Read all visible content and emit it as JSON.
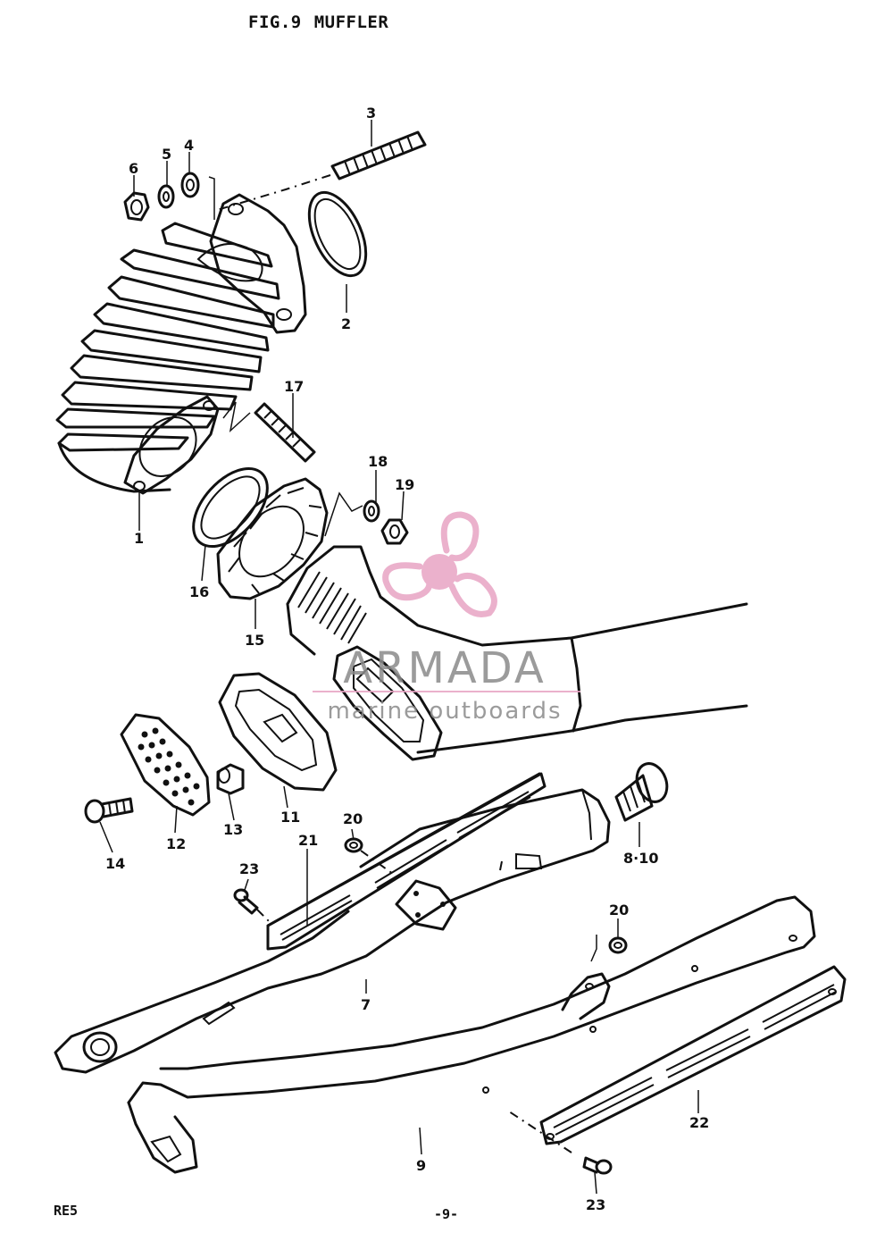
{
  "header": {
    "fig": "FIG.9",
    "title": "MUFFLER"
  },
  "footer": {
    "model": "RE5",
    "page": "-9-"
  },
  "watermark": {
    "brand": "ARMADA",
    "tagline": "marine outboards",
    "logo_icon": "propeller-icon",
    "brand_color": "#e8a4c4",
    "text_color": "#7a7a7a"
  },
  "callouts": [
    {
      "id": "c1",
      "text": "1"
    },
    {
      "id": "c2",
      "text": "2"
    },
    {
      "id": "c3",
      "text": "3"
    },
    {
      "id": "c4",
      "text": "4"
    },
    {
      "id": "c5",
      "text": "5"
    },
    {
      "id": "c6",
      "text": "6"
    },
    {
      "id": "c7",
      "text": "7"
    },
    {
      "id": "c810",
      "text": "8·10"
    },
    {
      "id": "c9",
      "text": "9"
    },
    {
      "id": "c11",
      "text": "11"
    },
    {
      "id": "c12",
      "text": "12"
    },
    {
      "id": "c13",
      "text": "13"
    },
    {
      "id": "c14",
      "text": "14"
    },
    {
      "id": "c15",
      "text": "15"
    },
    {
      "id": "c16",
      "text": "16"
    },
    {
      "id": "c17",
      "text": "17"
    },
    {
      "id": "c18",
      "text": "18"
    },
    {
      "id": "c19",
      "text": "19"
    },
    {
      "id": "c20a",
      "text": "20"
    },
    {
      "id": "c20b",
      "text": "20"
    },
    {
      "id": "c21",
      "text": "21"
    },
    {
      "id": "c22",
      "text": "22"
    },
    {
      "id": "c23a",
      "text": "23"
    },
    {
      "id": "c23b",
      "text": "23"
    }
  ]
}
